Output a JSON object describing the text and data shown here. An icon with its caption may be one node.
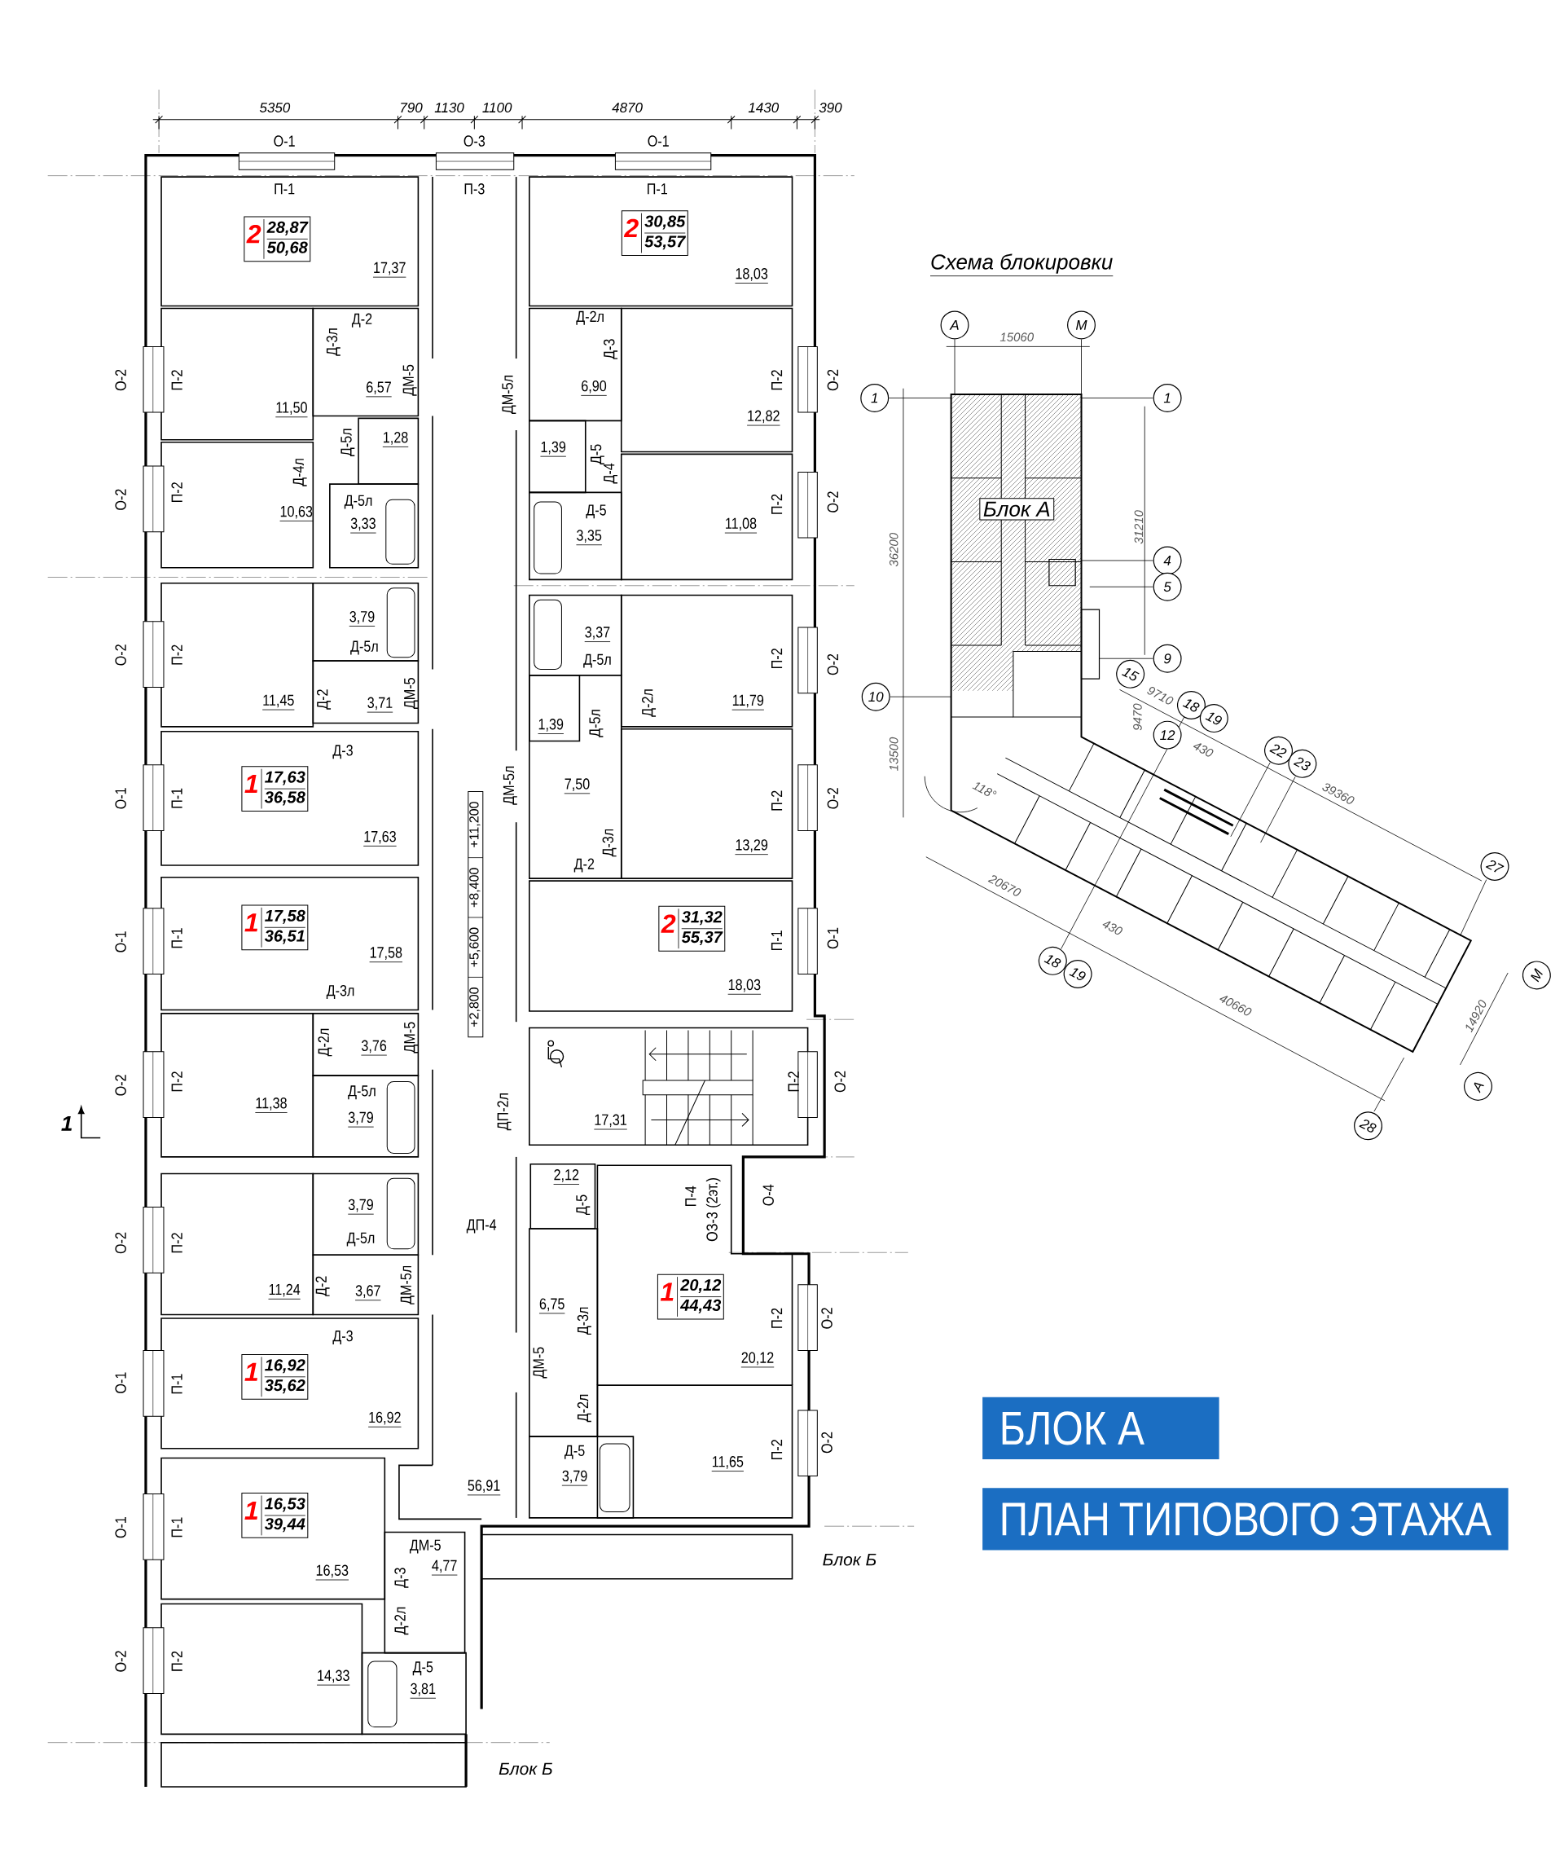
{
  "diagram": {
    "nodes": [
      {
        "text": [
          "2",
          "28,87",
          "50,68"
        ]
      },
      {
        "text": [
          "2",
          "30,85",
          "53,57"
        ]
      },
      {
        "text": [
          "1",
          "17,63",
          "36,58"
        ]
      },
      {
        "text": [
          "1",
          "17,58",
          "36,51"
        ]
      },
      {
        "text": [
          "2",
          "31,32",
          "55,37"
        ]
      },
      {
        "text": [
          "1",
          "16,92",
          "35,62"
        ]
      },
      {
        "text": [
          "1",
          "20,12",
          "44,43"
        ]
      },
      {
        "text": [
          "1",
          "16,53",
          "39,44"
        ]
      },
      {
        "text": [
          "+2,800",
          "+5,600",
          "+8,400",
          "+11,200"
        ]
      },
      {
        "text": [
          "А"
        ]
      },
      {
        "text": [
          "М"
        ]
      },
      {
        "text": [
          "1"
        ]
      },
      {
        "text": [
          "1"
        ]
      },
      {
        "text": [
          "4"
        ]
      },
      {
        "text": [
          "5"
        ]
      },
      {
        "text": [
          "9"
        ]
      },
      {
        "text": [
          "10"
        ]
      },
      {
        "text": [
          "15"
        ]
      },
      {
        "text": [
          "18"
        ]
      },
      {
        "text": [
          "19"
        ]
      },
      {
        "text": [
          "12"
        ]
      },
      {
        "text": [
          "22"
        ]
      },
      {
        "text": [
          "23"
        ]
      },
      {
        "text": [
          "27"
        ]
      },
      {
        "text": [
          "М"
        ]
      },
      {
        "text": [
          "А"
        ]
      },
      {
        "text": [
          "28"
        ]
      },
      {
        "text": [
          "18"
        ]
      },
      {
        "text": [
          "19"
        ]
      },
      {
        "text": [
          "Блок А"
        ]
      },
      {
        "text": [
          "БЛОК А"
        ]
      },
      {
        "text": [
          "ПЛАН ТИПОВОГО ЭТАЖА"
        ]
      }
    ],
    "labels": [
      "5350",
      "790",
      "1130",
      "1100",
      "4870",
      "1430",
      "390",
      "О-1",
      "О-3",
      "О-1",
      "П-1",
      "П-3",
      "П-1",
      "17,37",
      "18,03",
      "О-2",
      "О-2",
      "О-2",
      "О-1",
      "О-1",
      "О-2",
      "О-2",
      "О-1",
      "О-1",
      "О-2",
      "О-2",
      "О-2",
      "О-2",
      "О-2",
      "О-1",
      "О-2",
      "О-2",
      "О-2",
      "О-4",
      "П-2",
      "11,50",
      "Д-3л",
      "Д-2",
      "6,57",
      "ДМ-5",
      "Д-5л",
      "1,28",
      "П-2",
      "Д-4л",
      "10,63",
      "Д-5л",
      "3,33",
      "Д-2л",
      "Д-3",
      "ДМ-5л",
      "6,90",
      "П-2",
      "12,82",
      "Д-5",
      "1,39",
      "Д-4",
      "Д-5",
      "3,35",
      "П-2",
      "11,08",
      "3,79",
      "Д-5л",
      "П-2",
      "11,45",
      "Д-2",
      "3,71",
      "ДМ-5",
      "Д-3",
      "П-1",
      "17,63",
      "П-1",
      "17,58",
      "Д-3л",
      "Д-2л",
      "3,76",
      "ДМ-5",
      "П-2",
      "11,38",
      "Д-5л",
      "3,79",
      "3,37",
      "Д-5л",
      "П-2",
      "Д-2л",
      "11,79",
      "1,39",
      "Д-5л",
      "ДМ-5л",
      "7,50",
      "П-2",
      "13,29",
      "Д-3л",
      "Д-2",
      "П-1",
      "18,03",
      "П-2",
      "ДП-2л",
      "17,31",
      "3,79",
      "Д-5л",
      "П-2",
      "11,24",
      "Д-2",
      "3,67",
      "ДМ-5л",
      "Д-3",
      "П-1",
      "16,92",
      "ДП-4",
      "2,12",
      "Д-5",
      "П-4",
      "ОЗ-3 (2эт.)",
      "6,75",
      "Д-3л",
      "П-2",
      "20,12",
      "ДМ-5",
      "Д-2л",
      "Д-5",
      "3,79",
      "П-2",
      "11,65",
      "56,91",
      "П-1",
      "16,53",
      "ДМ-5",
      "4,77",
      "Д-3",
      "Д-2л",
      "Д-5",
      "3,81",
      "П-2",
      "14,33",
      "Блок Б",
      "Блок Б",
      "1",
      "Схема блокировки",
      "15060",
      "36200",
      "31210",
      "13500",
      "9710",
      "9470",
      "430",
      "39360",
      "20670",
      "430",
      "40660",
      "14920",
      "118°"
    ]
  }
}
